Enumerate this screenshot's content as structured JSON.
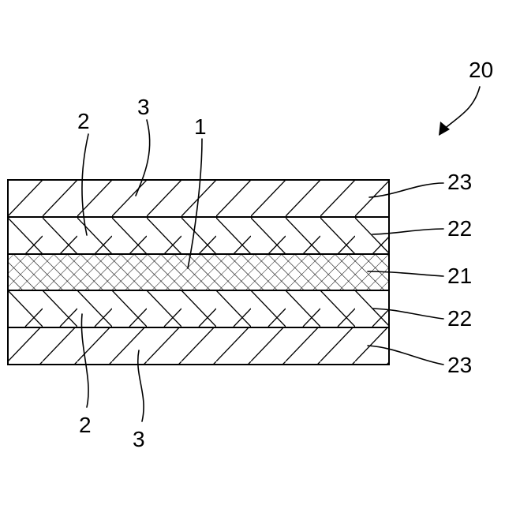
{
  "figure": {
    "assembly_ref": "20",
    "layers": [
      {
        "id": "top-outer",
        "ref": "23",
        "pattern": "hatch-diag-right"
      },
      {
        "id": "top-middle",
        "ref": "22",
        "pattern": "hatch-chevron"
      },
      {
        "id": "core",
        "ref": "21",
        "pattern": "hatch-cross-fine"
      },
      {
        "id": "bottom-middle",
        "ref": "22",
        "pattern": "hatch-chevron"
      },
      {
        "id": "bottom-outer",
        "ref": "23",
        "pattern": "hatch-diag-right"
      }
    ],
    "callouts": {
      "top_2": "2",
      "top_3": "3",
      "top_1": "1",
      "bottom_2": "2",
      "bottom_3": "3"
    },
    "colors": {
      "line": "#000000",
      "background": "#ffffff"
    }
  }
}
